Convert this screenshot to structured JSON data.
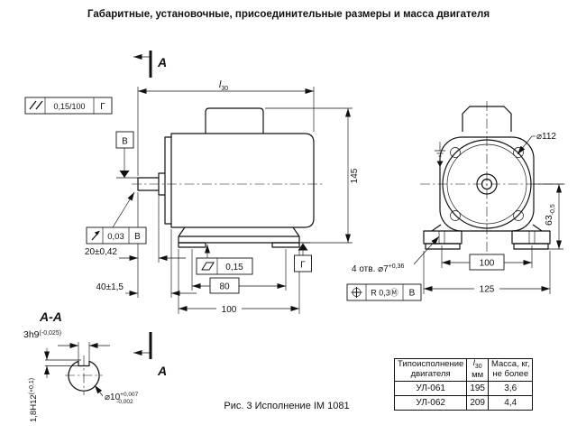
{
  "title": "Габаритные, установочные, присоединительные размеры и масса двигателя",
  "caption": "Рис. 3 Исполнение IM 1081",
  "section_label": "А",
  "section_title": "А-А",
  "colors": {
    "line": "#111111",
    "background": "#ffffff"
  },
  "side_view": {
    "l30": {
      "main": "l",
      "sub": "30"
    },
    "height": "145",
    "shaft_ext": "20±0,42",
    "shaft_to_face": "40±1,5",
    "hole_spacing": "80",
    "foot_length": "100",
    "parallelism": {
      "value": "0,15/100",
      "datum": "Г"
    },
    "runout": {
      "value": "0,03",
      "datum": "В"
    },
    "flatness": {
      "value": "0,15"
    },
    "datum_b": "В",
    "datum_g": "Г"
  },
  "front_view": {
    "shield_dia": "⌀112",
    "holes_note": {
      "main": "4 отв. ⌀7",
      "sup": "+0,36"
    },
    "position": {
      "value": "R 0,3Ⓜ",
      "datum": "В"
    },
    "hole_spacing": "100",
    "foot_span": "125",
    "axis_height": {
      "main": "63",
      "sub": "-0,5"
    }
  },
  "section_aa": {
    "key_width": {
      "main": "3h9",
      "tol": "(-0,025)"
    },
    "shaft_dia": {
      "main": "⌀10",
      "sup": "+0,007",
      "sub": "-0,002"
    },
    "key_depth": {
      "main": "1,8H12",
      "tol": "(+0,1)"
    }
  },
  "table": {
    "col1": {
      "line1": "Типоисполнение",
      "line2": "двигателя"
    },
    "col2": {
      "main": "l",
      "sub": "30",
      "unit": "мм"
    },
    "col3": {
      "line1": "Масса, кг,",
      "line2": "не более"
    },
    "rows": [
      {
        "type": "УЛ-061",
        "l30": "195",
        "mass": "3,6"
      },
      {
        "type": "УЛ-062",
        "l30": "209",
        "mass": "4,4"
      }
    ]
  }
}
